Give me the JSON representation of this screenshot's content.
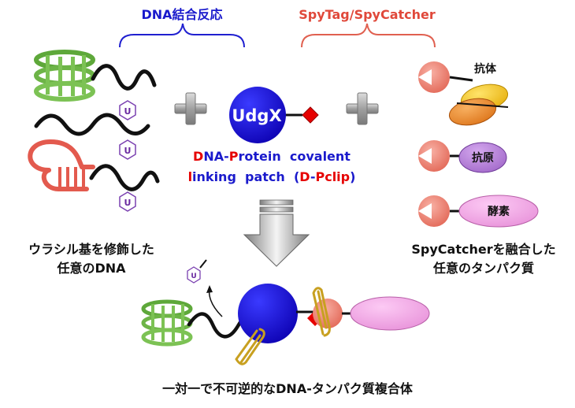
{
  "header": {
    "left_bracket_label": "DNA結合反応",
    "right_bracket_label": "SpyTag/SpyCatcher"
  },
  "center": {
    "protein_label": "UdgX",
    "patch_line1": [
      {
        "text": "D",
        "color": "#e60000"
      },
      {
        "text": "NA-",
        "color": "#1a1acc"
      },
      {
        "text": "P",
        "color": "#e60000"
      },
      {
        "text": "rotein  covalent",
        "color": "#1a1acc"
      }
    ],
    "patch_line2": [
      {
        "text": "l",
        "color": "#e60000"
      },
      {
        "text": "inking  patch  (",
        "color": "#1a1acc"
      },
      {
        "text": "D",
        "color": "#e60000"
      },
      {
        "text": "-",
        "color": "#1a1acc"
      },
      {
        "text": "Pclip",
        "color": "#e60000"
      },
      {
        "text": ")",
        "color": "#1a1acc"
      }
    ]
  },
  "dna": {
    "uracil_label": "U",
    "caption_line1": "ウラシル基を修飾した",
    "caption_line2": "任意のDNA"
  },
  "proteins": {
    "antibody_label": "抗体",
    "antigen_label": "抗原",
    "enzyme_label": "酵素",
    "caption_line1": "SpyCatcherを融合した",
    "caption_line2": "任意のタンパク質"
  },
  "result": {
    "caption": "一対一で不可逆的なDNA-タンパク質複合体"
  },
  "colors": {
    "udgx_blue": "#1400d4",
    "spytag_red": "#e60000",
    "catcher_salmon": "#f08a7a",
    "left_bracket": "#2020d0",
    "right_bracket": "#e06050",
    "antibody_yellow": "#f5c21a",
    "antibody_orange": "#ee8a25",
    "antigen_purple": "#b07ad0",
    "enzyme_pink": "#f4a8e8",
    "aptamer_green": "#7cc254",
    "hairpin_red": "#e35a4e"
  }
}
